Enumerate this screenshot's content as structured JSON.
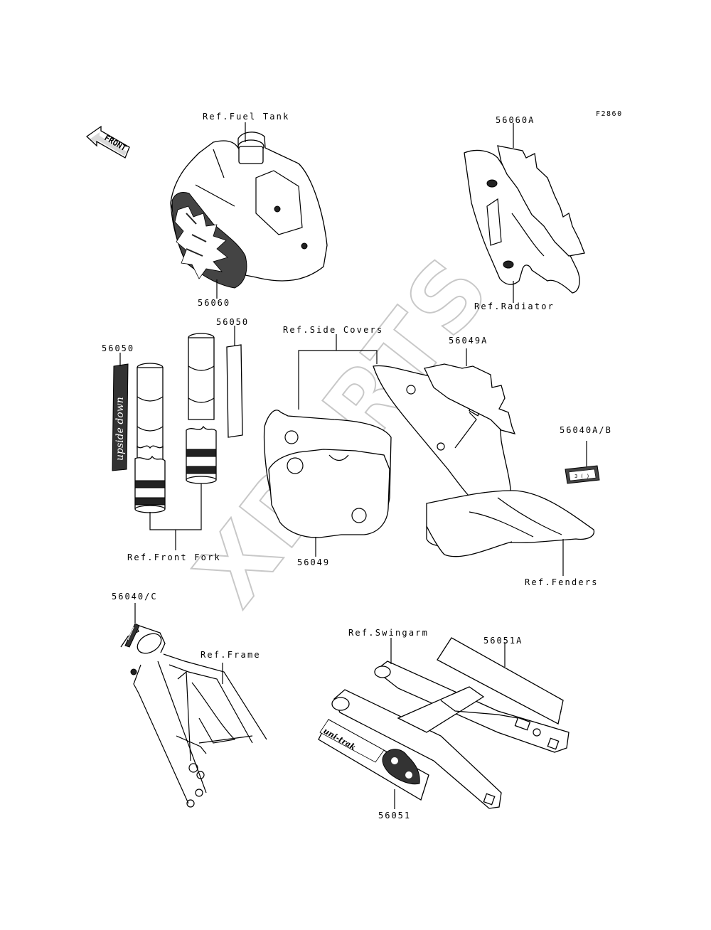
{
  "diagram": {
    "figure_code": "F2860",
    "front_arrow_label": "FRONT",
    "watermark": "XPARTS",
    "labels": {
      "ref_fuel_tank": "Ref.Fuel Tank",
      "ref_radiator": "Ref.Radiator",
      "ref_side_covers": "Ref.Side Covers",
      "ref_front_fork": "Ref.Front Fork",
      "ref_fenders": "Ref.Fenders",
      "ref_frame": "Ref.Frame",
      "ref_swingarm": "Ref.Swingarm"
    },
    "parts": {
      "p56060": "56060",
      "p56060a": "56060A",
      "p56050_left": "56050",
      "p56050_right": "56050",
      "p56049a": "56049A",
      "p56049": "56049",
      "p56040ab": "56040A/B",
      "p56040c": "56040/C",
      "p56051a": "56051A",
      "p56051": "56051"
    },
    "decal_texts": {
      "fork_decal": "upside down",
      "swingarm_decal": "uni-trak"
    }
  }
}
